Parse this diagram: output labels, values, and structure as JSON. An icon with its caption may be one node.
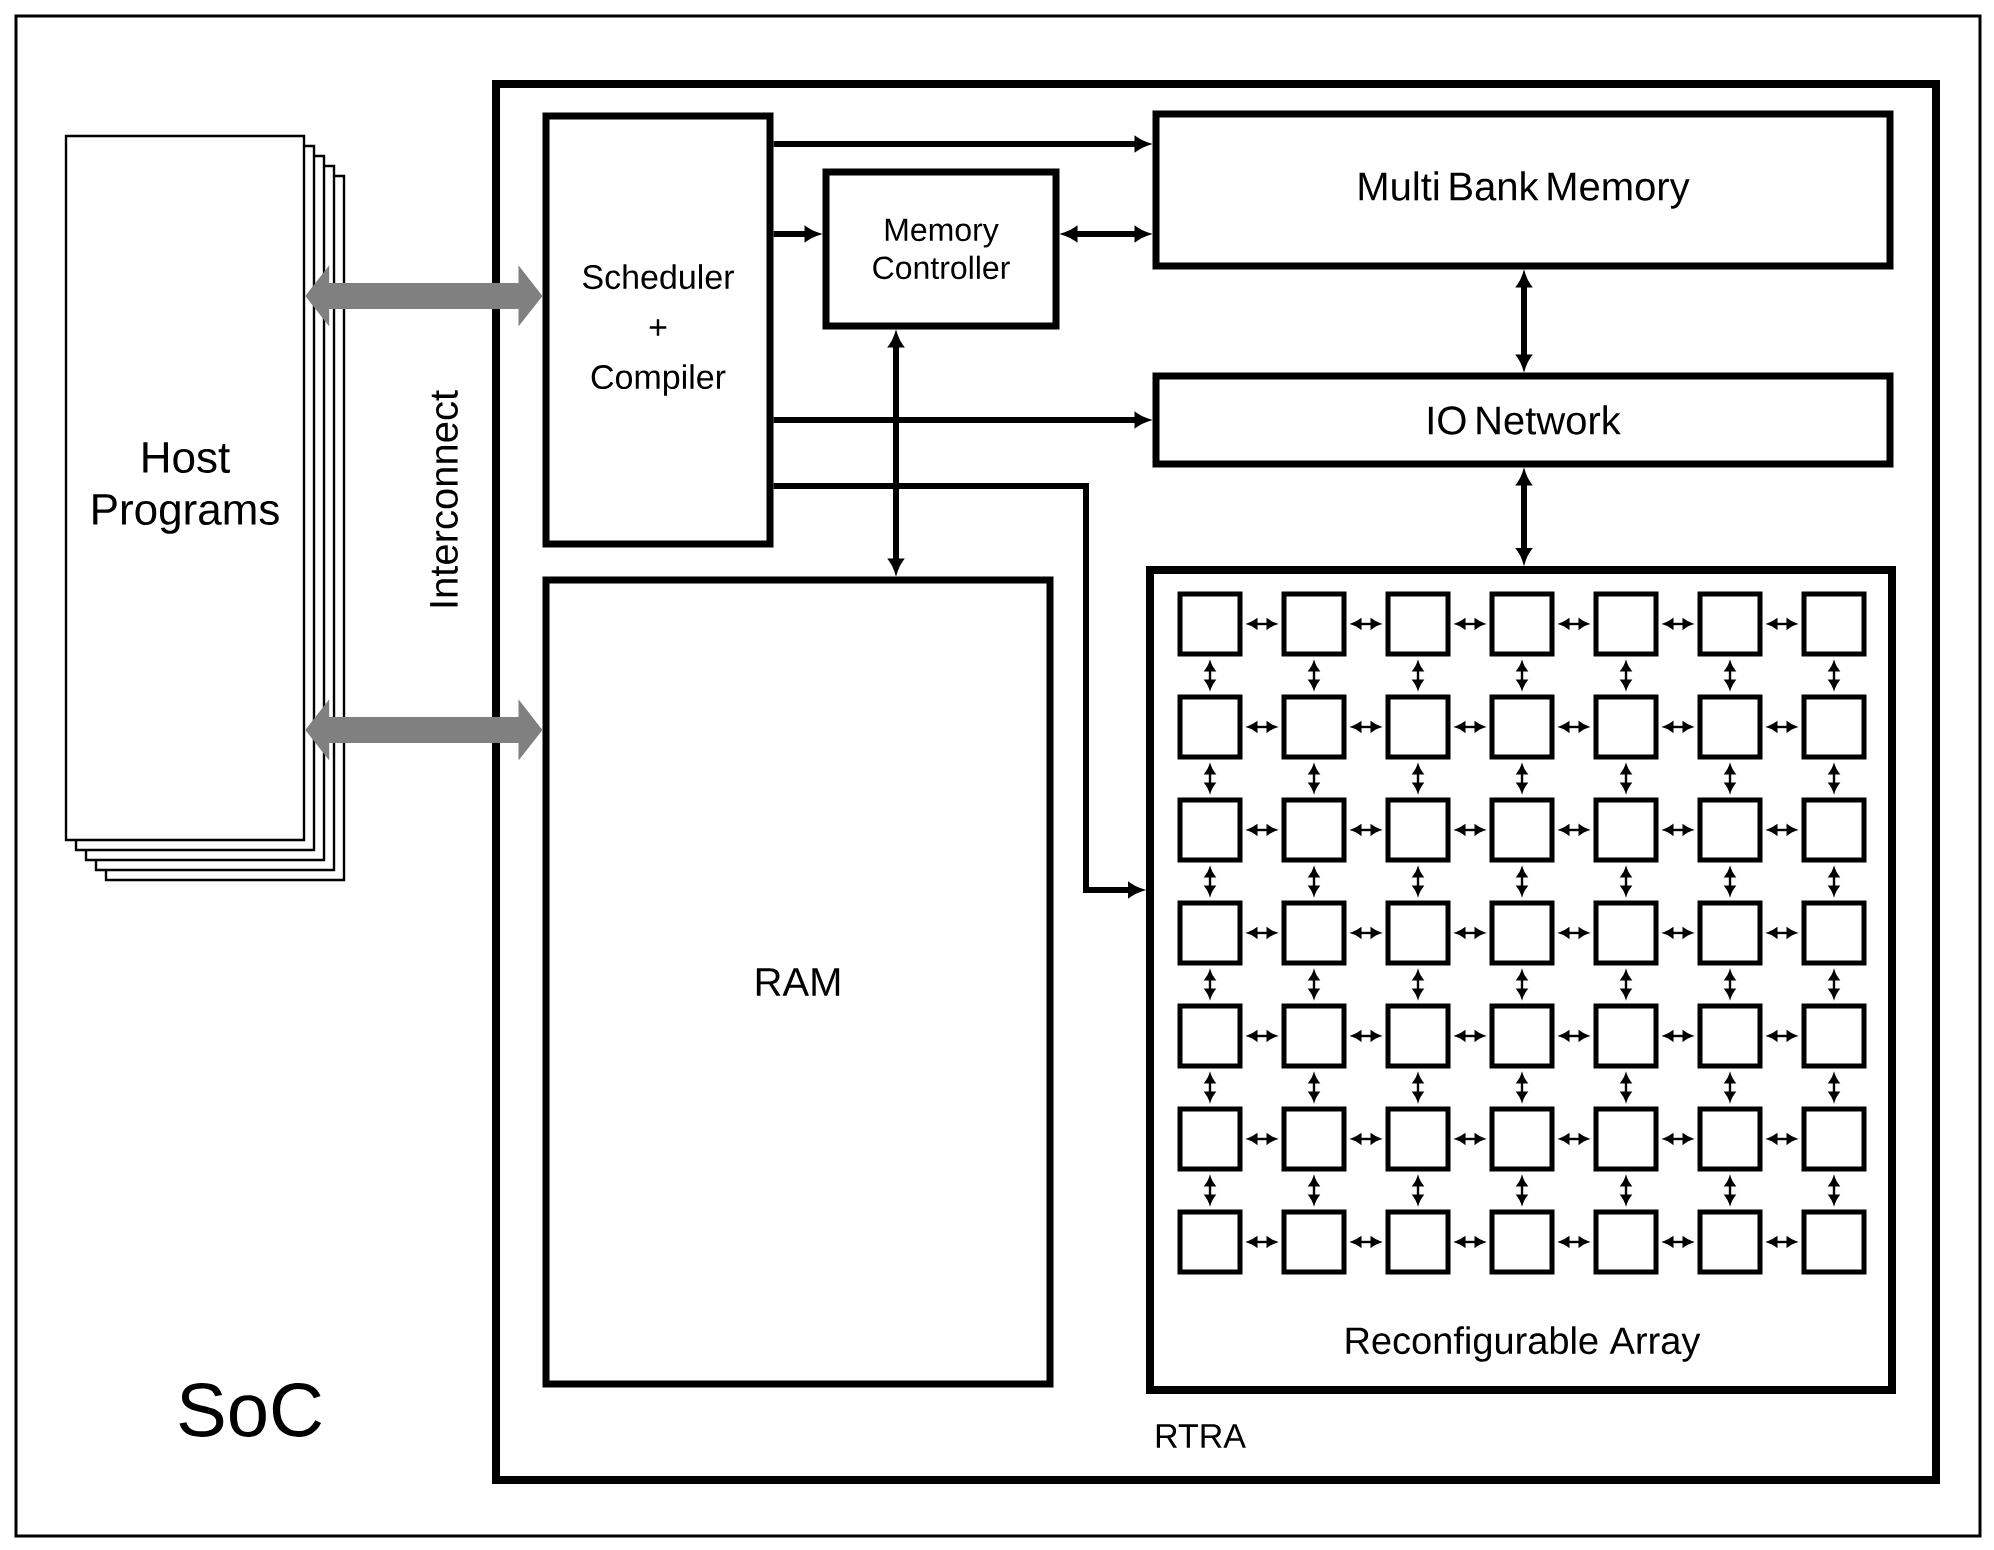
{
  "diagram": {
    "nodes": [
      {
        "text": [
          "SoC"
        ]
      },
      {
        "text": [
          "Host Programs"
        ],
        "in": 0
      },
      {
        "text": [
          "RTRA"
        ],
        "in": 0
      },
      {
        "text": [
          "Scheduler + Compiler"
        ],
        "in": 2
      },
      {
        "text": [
          "Memory Controller"
        ],
        "in": 2
      },
      {
        "text": [
          "Multi Bank Memory"
        ],
        "in": 2
      },
      {
        "text": [
          "IO Network"
        ],
        "in": 2
      },
      {
        "text": [
          "RAM"
        ],
        "in": 2
      },
      {
        "text": [
          "Reconfigurable Array"
        ],
        "in": 2
      },
      {
        "text": [],
        "shape": "box",
        "in": 8
      },
      {
        "text": [],
        "shape": "box",
        "in": 8
      },
      {
        "text": [],
        "shape": "box",
        "in": 8
      },
      {
        "text": [],
        "shape": "box",
        "in": 8
      },
      {
        "text": [],
        "shape": "box",
        "in": 8
      },
      {
        "text": [],
        "shape": "box",
        "in": 8
      },
      {
        "text": [],
        "shape": "box",
        "in": 8
      },
      {
        "text": [],
        "shape": "box",
        "in": 8
      },
      {
        "text": [],
        "shape": "box",
        "in": 8
      },
      {
        "text": [],
        "shape": "box",
        "in": 8
      },
      {
        "text": [],
        "shape": "box",
        "in": 8
      },
      {
        "text": [],
        "shape": "box",
        "in": 8
      },
      {
        "text": [],
        "shape": "box",
        "in": 8
      },
      {
        "text": [],
        "shape": "box",
        "in": 8
      },
      {
        "text": [],
        "shape": "box",
        "in": 8
      },
      {
        "text": [],
        "shape": "box",
        "in": 8
      },
      {
        "text": [],
        "shape": "box",
        "in": 8
      },
      {
        "text": [],
        "shape": "box",
        "in": 8
      },
      {
        "text": [],
        "shape": "box",
        "in": 8
      },
      {
        "text": [],
        "shape": "box",
        "in": 8
      },
      {
        "text": [],
        "shape": "box",
        "in": 8
      },
      {
        "text": [],
        "shape": "box",
        "in": 8
      },
      {
        "text": [],
        "shape": "box",
        "in": 8
      },
      {
        "text": [],
        "shape": "box",
        "in": 8
      },
      {
        "text": [],
        "shape": "box",
        "in": 8
      },
      {
        "text": [],
        "shape": "box",
        "in": 8
      },
      {
        "text": [],
        "shape": "box",
        "in": 8
      },
      {
        "text": [],
        "shape": "box",
        "in": 8
      },
      {
        "text": [],
        "shape": "box",
        "in": 8
      },
      {
        "text": [],
        "shape": "box",
        "in": 8
      },
      {
        "text": [],
        "shape": "box",
        "in": 8
      },
      {
        "text": [],
        "shape": "box",
        "in": 8
      },
      {
        "text": [],
        "shape": "box",
        "in": 8
      },
      {
        "text": [],
        "shape": "box",
        "in": 8
      },
      {
        "text": [],
        "shape": "box",
        "in": 8
      },
      {
        "text": [],
        "shape": "box",
        "in": 8
      },
      {
        "text": [],
        "shape": "box",
        "in": 8
      },
      {
        "text": [],
        "shape": "box",
        "in": 8
      },
      {
        "text": [],
        "shape": "box",
        "in": 8
      },
      {
        "text": [],
        "shape": "box",
        "in": 8
      },
      {
        "text": [],
        "shape": "box",
        "in": 8
      },
      {
        "text": [],
        "shape": "box",
        "in": 8
      },
      {
        "text": [],
        "shape": "box",
        "in": 8
      },
      {
        "text": [],
        "shape": "box",
        "in": 8
      },
      {
        "text": [],
        "shape": "box",
        "in": 8
      },
      {
        "text": [],
        "shape": "box",
        "in": 8
      },
      {
        "text": [],
        "shape": "box",
        "in": 8
      },
      {
        "text": [],
        "shape": "box",
        "in": 8
      },
      {
        "text": [],
        "shape": "box",
        "in": 8
      }
    ],
    "edges": [
      {
        "from": 1,
        "to": 3,
        "arrow": "both",
        "style": "thick",
        "color": "#808080"
      },
      {
        "from": 1,
        "to": 7,
        "arrow": "both",
        "style": "thick",
        "color": "#808080"
      },
      {
        "from": 3,
        "to": 5,
        "arrow": "to",
        "style": "thick"
      },
      {
        "from": 3,
        "to": 4,
        "arrow": "to",
        "style": "thick"
      },
      {
        "from": 4,
        "to": 5,
        "arrow": "both",
        "style": "thick"
      },
      {
        "from": 4,
        "to": 7,
        "arrow": "both",
        "style": "thick"
      },
      {
        "from": 3,
        "to": 6,
        "arrow": "to",
        "style": "thick"
      },
      {
        "from": 3,
        "to": 8,
        "arrow": "to",
        "style": "thick"
      },
      {
        "from": 5,
        "to": 6,
        "arrow": "both",
        "style": "thick"
      },
      {
        "from": 6,
        "to": 8,
        "arrow": "both",
        "style": "thick"
      },
      {
        "from": 9,
        "to": 10,
        "arrow": "both"
      },
      {
        "from": 10,
        "to": 11,
        "arrow": "both"
      },
      {
        "from": 11,
        "to": 12,
        "arrow": "both"
      },
      {
        "from": 12,
        "to": 13,
        "arrow": "both"
      },
      {
        "from": 13,
        "to": 14,
        "arrow": "both"
      },
      {
        "from": 14,
        "to": 15,
        "arrow": "both"
      },
      {
        "from": 16,
        "to": 17,
        "arrow": "both"
      },
      {
        "from": 17,
        "to": 18,
        "arrow": "both"
      },
      {
        "from": 18,
        "to": 19,
        "arrow": "both"
      },
      {
        "from": 19,
        "to": 20,
        "arrow": "both"
      },
      {
        "from": 20,
        "to": 21,
        "arrow": "both"
      },
      {
        "from": 21,
        "to": 22,
        "arrow": "both"
      },
      {
        "from": 23,
        "to": 24,
        "arrow": "both"
      },
      {
        "from": 24,
        "to": 25,
        "arrow": "both"
      },
      {
        "from": 25,
        "to": 26,
        "arrow": "both"
      },
      {
        "from": 26,
        "to": 27,
        "arrow": "both"
      },
      {
        "from": 27,
        "to": 28,
        "arrow": "both"
      },
      {
        "from": 28,
        "to": 29,
        "arrow": "both"
      },
      {
        "from": 30,
        "to": 31,
        "arrow": "both"
      },
      {
        "from": 31,
        "to": 32,
        "arrow": "both"
      },
      {
        "from": 32,
        "to": 33,
        "arrow": "both"
      },
      {
        "from": 33,
        "to": 34,
        "arrow": "both"
      },
      {
        "from": 34,
        "to": 35,
        "arrow": "both"
      },
      {
        "from": 35,
        "to": 36,
        "arrow": "both"
      },
      {
        "from": 37,
        "to": 38,
        "arrow": "both"
      },
      {
        "from": 38,
        "to": 39,
        "arrow": "both"
      },
      {
        "from": 39,
        "to": 40,
        "arrow": "both"
      },
      {
        "from": 40,
        "to": 41,
        "arrow": "both"
      },
      {
        "from": 41,
        "to": 42,
        "arrow": "both"
      },
      {
        "from": 42,
        "to": 43,
        "arrow": "both"
      },
      {
        "from": 44,
        "to": 45,
        "arrow": "both"
      },
      {
        "from": 45,
        "to": 46,
        "arrow": "both"
      },
      {
        "from": 46,
        "to": 47,
        "arrow": "both"
      },
      {
        "from": 47,
        "to": 48,
        "arrow": "both"
      },
      {
        "from": 48,
        "to": 49,
        "arrow": "both"
      },
      {
        "from": 49,
        "to": 50,
        "arrow": "both"
      },
      {
        "from": 51,
        "to": 52,
        "arrow": "both"
      },
      {
        "from": 52,
        "to": 53,
        "arrow": "both"
      },
      {
        "from": 53,
        "to": 54,
        "arrow": "both"
      },
      {
        "from": 54,
        "to": 55,
        "arrow": "both"
      },
      {
        "from": 55,
        "to": 56,
        "arrow": "both"
      },
      {
        "from": 56,
        "to": 57,
        "arrow": "both"
      },
      {
        "from": 9,
        "to": 16,
        "arrow": "both"
      },
      {
        "from": 10,
        "to": 17,
        "arrow": "both"
      },
      {
        "from": 11,
        "to": 18,
        "arrow": "both"
      },
      {
        "from": 12,
        "to": 19,
        "arrow": "both"
      },
      {
        "from": 13,
        "to": 20,
        "arrow": "both"
      },
      {
        "from": 14,
        "to": 21,
        "arrow": "both"
      },
      {
        "from": 15,
        "to": 22,
        "arrow": "both"
      },
      {
        "from": 16,
        "to": 23,
        "arrow": "both"
      },
      {
        "from": 17,
        "to": 24,
        "arrow": "both"
      },
      {
        "from": 18,
        "to": 25,
        "arrow": "both"
      },
      {
        "from": 19,
        "to": 26,
        "arrow": "both"
      },
      {
        "from": 20,
        "to": 27,
        "arrow": "both"
      },
      {
        "from": 21,
        "to": 28,
        "arrow": "both"
      },
      {
        "from": 22,
        "to": 29,
        "arrow": "both"
      },
      {
        "from": 23,
        "to": 30,
        "arrow": "both"
      },
      {
        "from": 24,
        "to": 31,
        "arrow": "both"
      },
      {
        "from": 25,
        "to": 32,
        "arrow": "both"
      },
      {
        "from": 26,
        "to": 33,
        "arrow": "both"
      },
      {
        "from": 27,
        "to": 34,
        "arrow": "both"
      },
      {
        "from": 28,
        "to": 35,
        "arrow": "both"
      },
      {
        "from": 29,
        "to": 36,
        "arrow": "both"
      },
      {
        "from": 30,
        "to": 37,
        "arrow": "both"
      },
      {
        "from": 31,
        "to": 38,
        "arrow": "both"
      },
      {
        "from": 32,
        "to": 39,
        "arrow": "both"
      },
      {
        "from": 33,
        "to": 40,
        "arrow": "both"
      },
      {
        "from": 34,
        "to": 41,
        "arrow": "both"
      },
      {
        "from": 35,
        "to": 42,
        "arrow": "both"
      },
      {
        "from": 36,
        "to": 43,
        "arrow": "both"
      },
      {
        "from": 37,
        "to": 44,
        "arrow": "both"
      },
      {
        "from": 38,
        "to": 45,
        "arrow": "both"
      },
      {
        "from": 39,
        "to": 46,
        "arrow": "both"
      },
      {
        "from": 40,
        "to": 47,
        "arrow": "both"
      },
      {
        "from": 41,
        "to": 48,
        "arrow": "both"
      },
      {
        "from": 42,
        "to": 49,
        "arrow": "both"
      },
      {
        "from": 43,
        "to": 50,
        "arrow": "both"
      },
      {
        "from": 44,
        "to": 51,
        "arrow": "both"
      },
      {
        "from": 45,
        "to": 52,
        "arrow": "both"
      },
      {
        "from": 46,
        "to": 53,
        "arrow": "both"
      },
      {
        "from": 47,
        "to": 54,
        "arrow": "both"
      },
      {
        "from": 48,
        "to": 55,
        "arrow": "both"
      },
      {
        "from": 49,
        "to": 56,
        "arrow": "both"
      },
      {
        "from": 50,
        "to": 57,
        "arrow": "both"
      }
    ],
    "labels": [
      "Interconnect"
    ]
  }
}
